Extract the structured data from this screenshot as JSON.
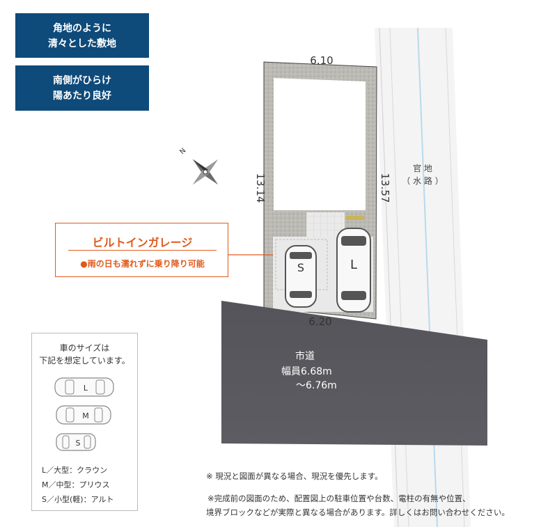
{
  "badges": [
    {
      "line1": "角地のように",
      "line2": "清々とした敷地"
    },
    {
      "line1": "南側がひらけ",
      "line2": "陽あたり良好"
    }
  ],
  "compass": {
    "label": "N"
  },
  "dimensions": {
    "top": "6.10",
    "left": "13.14",
    "right": "13.57",
    "bottom": "6.20"
  },
  "neighbor": {
    "line1": "官 地",
    "line2": "（ 水 路 ）"
  },
  "road": {
    "line1": "市道",
    "line2": "幅員6.68m",
    "line3": "〜6.76m"
  },
  "parking": {
    "small_car": "S",
    "large_car": "L"
  },
  "callout": {
    "title": "ビルトインガレージ",
    "subtitle": "●雨の日も濡れずに乗り降り可能"
  },
  "car_sizes": {
    "heading_line1": "車のサイズは",
    "heading_line2": "下記を想定しています。",
    "cars": [
      {
        "letter": "L",
        "text": "L／大型：クラウン"
      },
      {
        "letter": "M",
        "text": "M／中型：プリウス"
      },
      {
        "letter": "S",
        "text": "S／小型(軽)：アルト"
      }
    ]
  },
  "notes": [
    "※ 現況と図面が異なる場合、現況を優先します。",
    "※完成前の図面のため、配置図上の駐車位置や台数、電柱の有無や位置、",
    "境界ブロックなどが実際と異なる場合があります。詳しくはお問い合わせください。"
  ],
  "colors": {
    "badge": "#0e4a7a",
    "accent": "#e05a1c",
    "road": "#57565c",
    "gravel": "#bcbab4"
  }
}
